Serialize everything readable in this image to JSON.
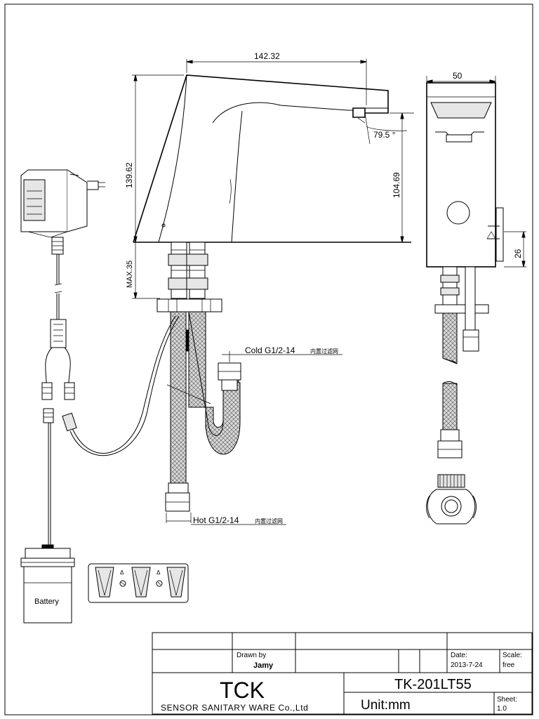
{
  "dimensions": {
    "spout_length": "142.32",
    "total_height": "139.62",
    "spout_height": "104.69",
    "spout_angle": "79.5 °",
    "max_thickness": "MAX.35",
    "side_width": "50",
    "side_offset": "26"
  },
  "labels": {
    "cold_inlet": "Cold G1/2-14",
    "cold_inlet_note": "内置过滤网",
    "hot_inlet": "Hot G1/2-14",
    "hot_inlet_note": "内置过滤网",
    "battery": "Battery"
  },
  "title_block": {
    "drawn_by_label": "Drawn by",
    "drawn_by": "Jamy",
    "date_label": "Date:",
    "date": "2013-7-24",
    "scale_label": "Scale:",
    "scale": "free",
    "company": "TCK",
    "company_subtitle": "SENSOR SANITARY WARE Co.,Ltd",
    "model": "TK-201LT55",
    "unit": "Unit:mm",
    "sheet_label": "Sheet:",
    "sheet": "1.0"
  }
}
